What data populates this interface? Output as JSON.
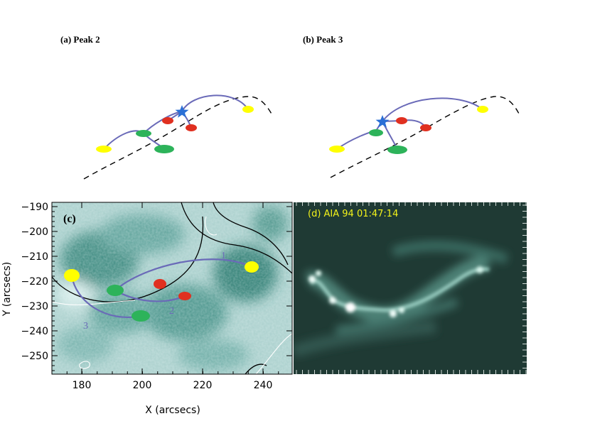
{
  "panel_a": {
    "label": "(a) Peak 2"
  },
  "panel_b": {
    "label": "(b) Peak 3"
  },
  "panel_c": {
    "label": "(c)",
    "xlabel": "X (arcsecs)",
    "ylabel": "Y (arcsecs)",
    "xticks": [
      "180",
      "200",
      "220",
      "240"
    ],
    "yticks": [
      "−190",
      "−200",
      "−210",
      "−220",
      "−230",
      "−240",
      "−250"
    ],
    "loop_labels": [
      "1",
      "2",
      "3"
    ]
  },
  "panel_d": {
    "label": "(d) AIA 94 01:47:14"
  },
  "colors": {
    "footpoint_yellow": "#ffff00",
    "footpoint_green": "#2db35a",
    "footpoint_red": "#e03020",
    "loop": "#6a6ab8",
    "star": "#2a6fd6",
    "label_yellow": "#f2f21a"
  }
}
